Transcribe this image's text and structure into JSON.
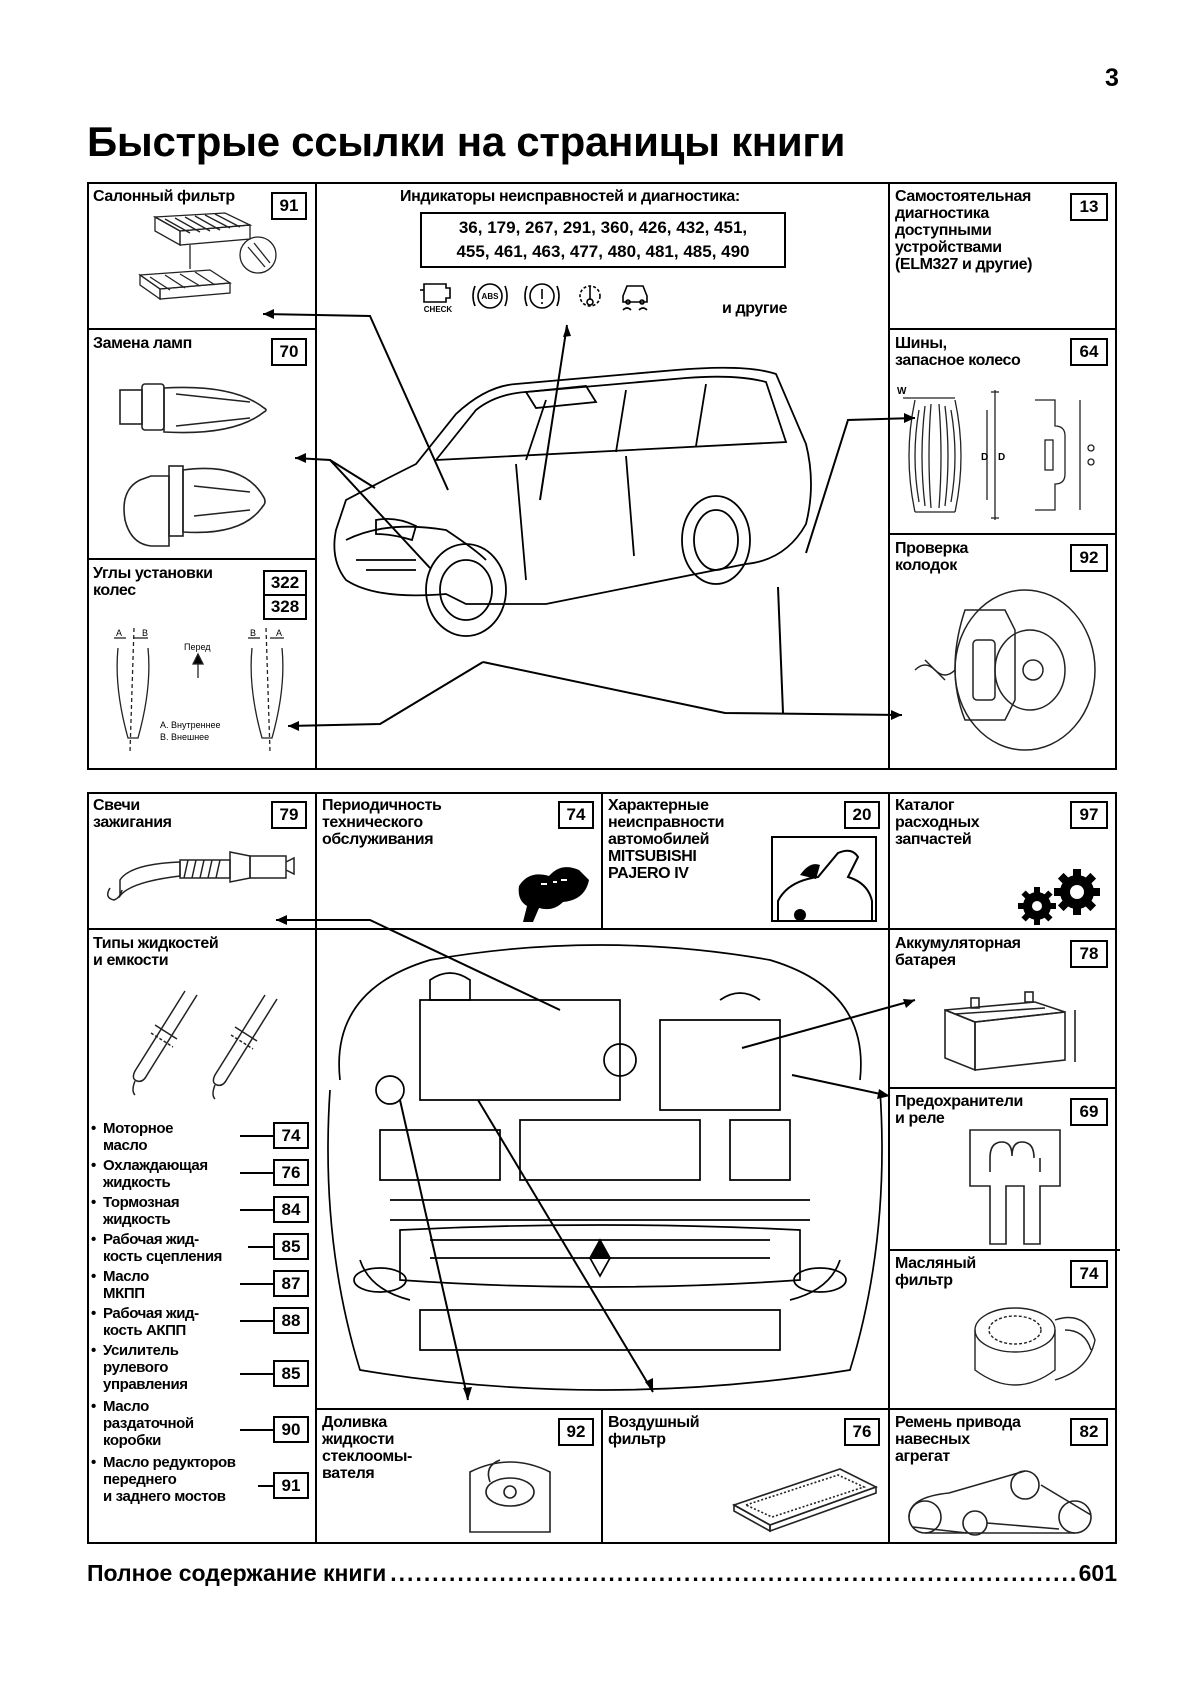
{
  "page_number": "3",
  "title": "Быстрые ссылки на страницы книги",
  "top_section": {
    "cabin_filter": {
      "label": "Салонный фильтр",
      "page": "91"
    },
    "diagnostics": {
      "label": "Индикаторы неисправностей и диагностика:",
      "pages_line1": "36, 179, 267, 291, 360, 426, 432, 451,",
      "pages_line2": "455, 461, 463, 477, 480, 481, 485, 490",
      "others": "и другие",
      "check_text": "CHECK",
      "abs_text": "ABS",
      "icons": [
        "check-engine-icon",
        "abs-icon",
        "brake-warning-icon",
        "temperature-icon",
        "traction-control-icon"
      ]
    },
    "self_diag": {
      "label_lines": [
        "Самостоятельная",
        "диагностика",
        "доступными",
        "устройствами",
        "(ELM327 и другие)"
      ],
      "page": "13"
    },
    "lamps": {
      "label": "Замена ламп",
      "page": "70"
    },
    "tires": {
      "label_lines": [
        "Шины,",
        "запасное колесо"
      ],
      "page": "64",
      "dim_labels": [
        "W",
        "D",
        "D"
      ]
    },
    "wheel_alignment": {
      "label_lines": [
        "Углы установки",
        "колес"
      ],
      "pages": [
        "322",
        "328"
      ],
      "legend": {
        "front": "Перед",
        "inner": "А. Внутреннее",
        "outer": "В. Внешнее",
        "letters": [
          "A",
          "B",
          "B",
          "A"
        ]
      }
    },
    "brake_pads": {
      "label_lines": [
        "Проверка",
        "колодок"
      ],
      "page": "92"
    }
  },
  "bottom_section": {
    "spark_plugs": {
      "label_lines": [
        "Свечи",
        "зажигания"
      ],
      "page": "79"
    },
    "maintenance": {
      "label_lines": [
        "Периодичность",
        "технического",
        "обслуживания"
      ],
      "page": "74"
    },
    "typical_faults": {
      "label_lines": [
        "Характерные",
        "неисправности",
        "автомобилей",
        "MITSUBISHI",
        "PAJERO IV"
      ],
      "page": "20"
    },
    "parts_catalog": {
      "label_lines": [
        "Каталог",
        "расходных",
        "запчастей"
      ],
      "page": "97"
    },
    "fluids": {
      "label_lines": [
        "Типы жидкостей",
        "и емкости"
      ],
      "items": [
        {
          "lines": [
            "Моторное",
            "масло"
          ],
          "page": "74"
        },
        {
          "lines": [
            "Охлаждающая",
            "жидкость"
          ],
          "page": "76"
        },
        {
          "lines": [
            "Тормозная",
            "жидкость"
          ],
          "page": "84"
        },
        {
          "lines": [
            "Рабочая жид-",
            "кость сцепления"
          ],
          "page": "85"
        },
        {
          "lines": [
            "Масло",
            "МКПП"
          ],
          "page": "87"
        },
        {
          "lines": [
            "Рабочая жид-",
            "кость АКПП"
          ],
          "page": "88"
        },
        {
          "lines": [
            "Усилитель",
            "рулевого",
            "управления"
          ],
          "page": "85"
        },
        {
          "lines": [
            "Масло",
            "раздаточной",
            "коробки"
          ],
          "page": "90"
        },
        {
          "lines": [
            "Масло редукторов",
            "переднего",
            "и заднего мостов"
          ],
          "page": "91"
        }
      ]
    },
    "battery": {
      "label_lines": [
        "Аккумуляторная",
        "батарея"
      ],
      "page": "78"
    },
    "fuses": {
      "label_lines": [
        "Предохранители",
        "и реле"
      ],
      "page": "69"
    },
    "oil_filter": {
      "label_lines": [
        "Масляный",
        "фильтр"
      ],
      "page": "74"
    },
    "washer_fluid": {
      "label_lines": [
        "Доливка",
        "жидкости",
        "стеклоомы-",
        "вателя"
      ],
      "page": "92"
    },
    "air_filter": {
      "label_lines": [
        "Воздушный",
        "фильтр"
      ],
      "page": "76"
    },
    "belt": {
      "label_lines": [
        "Ремень привода",
        "навесных",
        "агрегат"
      ],
      "page": "82"
    }
  },
  "footer": {
    "label": "Полное содержание книги",
    "page": "601"
  }
}
